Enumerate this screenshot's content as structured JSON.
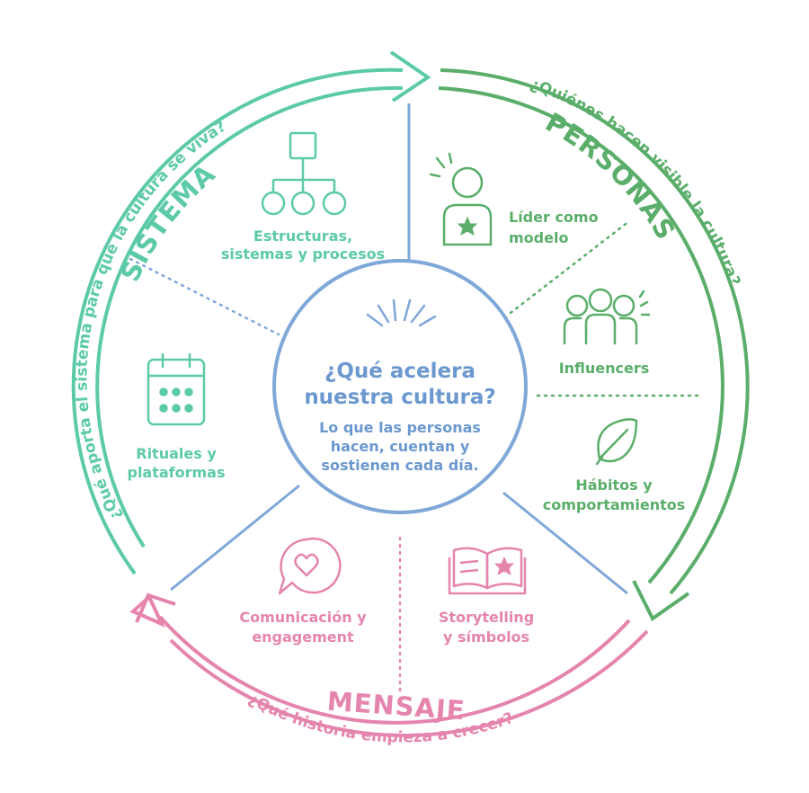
{
  "colors": {
    "teal": "#5ccaa8",
    "green": "#5aae6a",
    "pink": "#e585ad",
    "blue": "#7fa8d8",
    "blue_text": "#6b98cf"
  },
  "center": {
    "title_line1": "¿Qué acelera",
    "title_line2": "nuestra cultura?",
    "sub_line1": "Lo que las personas",
    "sub_line2": "hacen, cuentan y",
    "sub_line3": "sostienen cada día."
  },
  "arcs": {
    "sistema": {
      "heading": "SISTEMA",
      "question": "¿Qué aporta el sistema para que la cultura se viva?"
    },
    "personas": {
      "heading": "PERSONAS",
      "question": "¿Quiénes hacen visible la cultura?"
    },
    "mensaje": {
      "heading": "MENSAJE",
      "question": "¿Qué historia empieza a crecer?"
    }
  },
  "segments": {
    "estructuras": {
      "line1": "Estructuras,",
      "line2": "sistemas y procesos",
      "icon": "org-chart-icon"
    },
    "rituales": {
      "line1": "Rituales y",
      "line2": "plataformas",
      "icon": "calendar-icon"
    },
    "lider": {
      "line1": "Líder como",
      "line2": "modelo",
      "icon": "leader-icon"
    },
    "influencers": {
      "line1": "Influencers",
      "icon": "group-icon"
    },
    "habitos": {
      "line1": "Hábitos y",
      "line2": "comportamientos",
      "icon": "leaf-icon"
    },
    "comunicacion": {
      "line1": "Comunicación y",
      "line2": "engagement",
      "icon": "speech-heart-icon"
    },
    "storytelling": {
      "line1": "Storytelling",
      "line2": "y símbolos",
      "icon": "book-icon"
    }
  }
}
